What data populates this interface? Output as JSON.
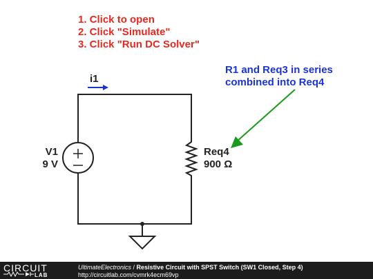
{
  "instructions": [
    "1. Click to open",
    "2. Click \"Simulate\"",
    "3. Click \"Run DC Solver\""
  ],
  "annotation": [
    "R1 and Req3 in series",
    "combined into Req4"
  ],
  "source": {
    "name": "V1",
    "value": "9 V"
  },
  "resistor": {
    "name": "Req4",
    "value": "900 Ω"
  },
  "current_label": "i1",
  "colors": {
    "instructions": "#e8281e",
    "annotation": "#1a33d1",
    "annotation_arrow": "#1a9a1a",
    "current_arrow": "#1a33d1",
    "wire": "#222222",
    "footer_bg": "#1c1c1c"
  },
  "footer": {
    "logo_top": "CIRCUIT",
    "logo_bottom": "LAB",
    "author": "UltimateElectronics",
    "separator": " / ",
    "title": "Resistive Circuit with SPST Switch (SW1 Closed, Step 4)",
    "url": "http://circuitlab.com/cvmrk4ecm69vp"
  }
}
